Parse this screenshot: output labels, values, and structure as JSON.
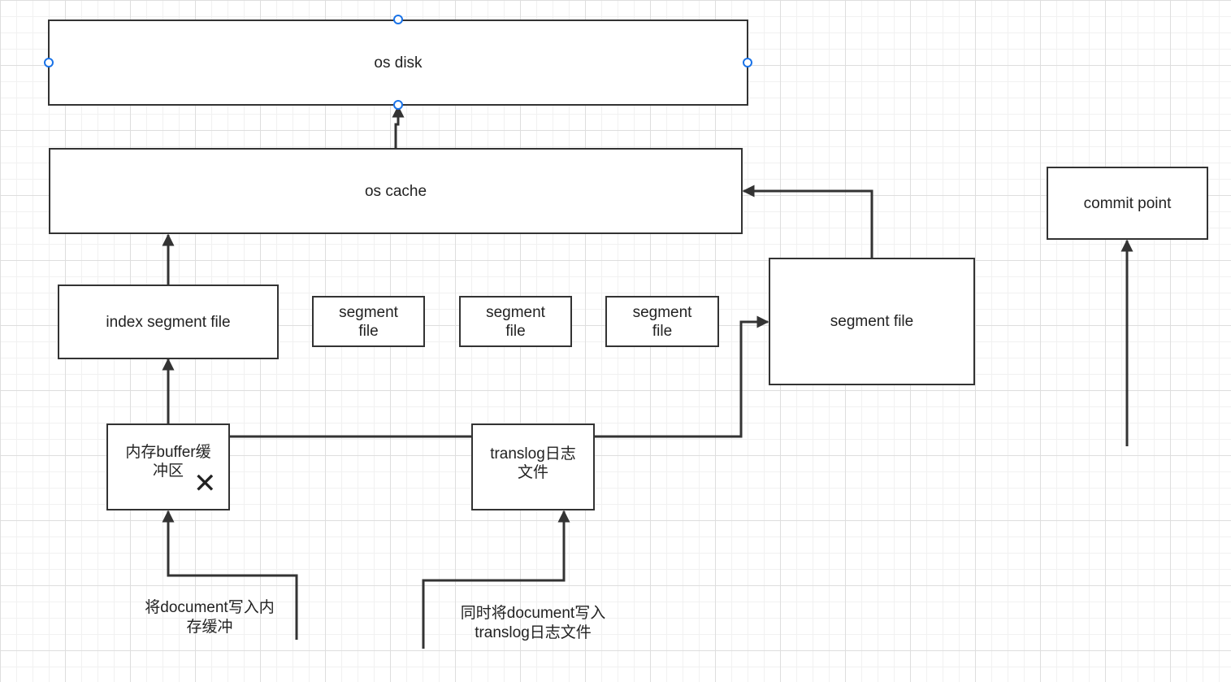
{
  "nodes": {
    "os_disk": "os disk",
    "os_cache": "os cache",
    "index_segment_file": "index segment file",
    "segment_file_small_1": "segment\nfile",
    "segment_file_small_2": "segment\nfile",
    "segment_file_small_3": "segment\nfile",
    "segment_file_large": "segment file",
    "commit_point": "commit point",
    "memory_buffer": "内存buffer缓\n冲区",
    "translog_file": "translog日志\n文件"
  },
  "annotations": {
    "write_to_buffer": "将document写入内\n存缓冲",
    "write_to_translog": "同时将document写入\ntranslog日志文件"
  },
  "icons": {
    "memory_buffer_mark": "close-x-icon",
    "selection_handle": "selection-handle-icon"
  },
  "colors": {
    "stroke": "#333333",
    "selection": "#1a73e8",
    "grid": "#dedede"
  }
}
